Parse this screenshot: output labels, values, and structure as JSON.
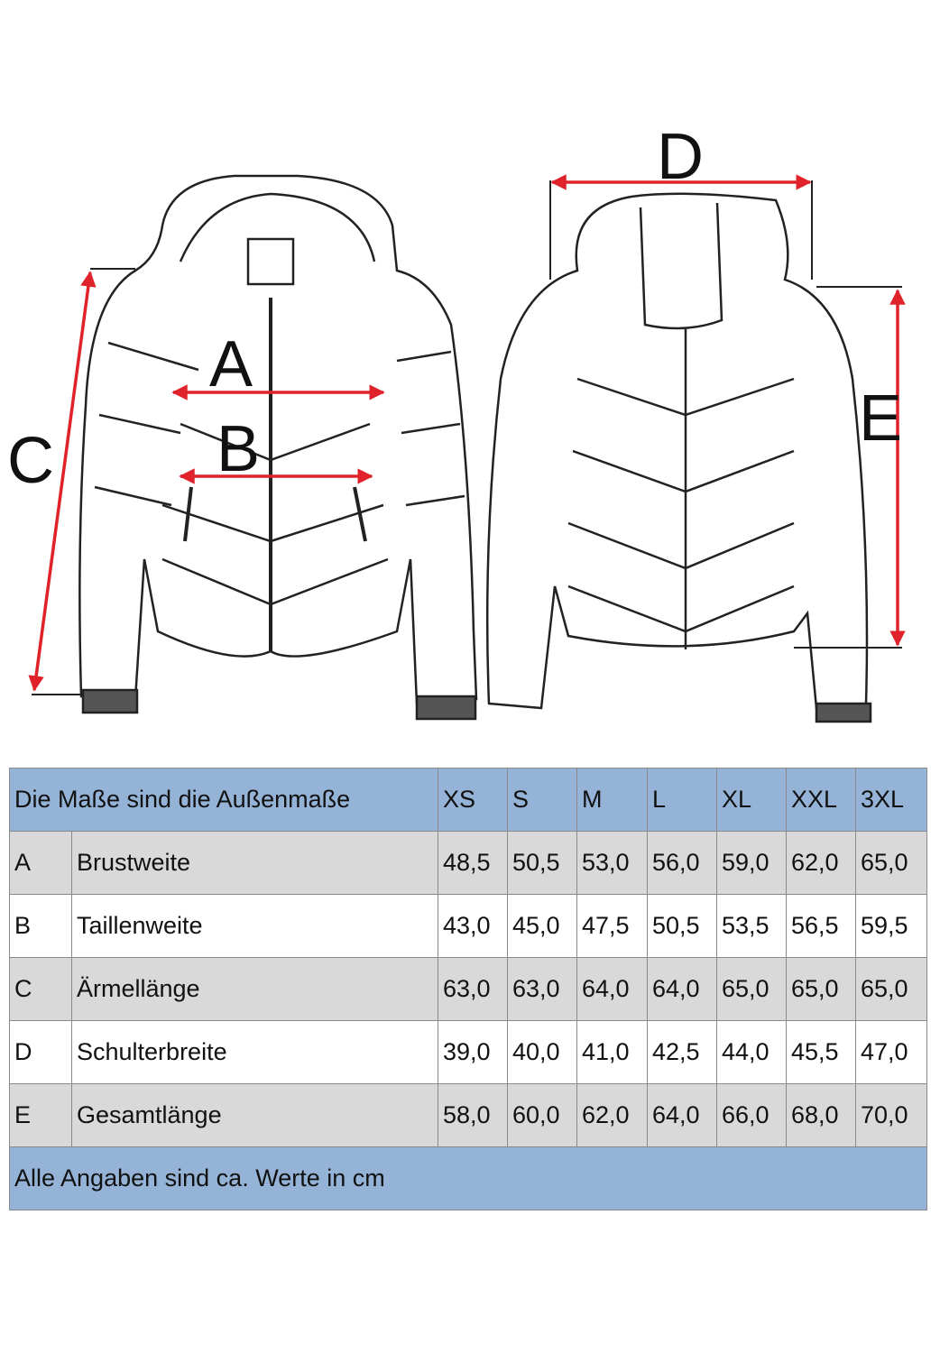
{
  "diagram": {
    "labels": {
      "A": "A",
      "B": "B",
      "C": "C",
      "D": "D",
      "E": "E"
    },
    "arrow_color": "#e0232b"
  },
  "table": {
    "header_title": "Die Maße sind die Außenmaße",
    "sizes": [
      "XS",
      "S",
      "M",
      "L",
      "XL",
      "XXL",
      "3XL"
    ],
    "rows": [
      {
        "code": "A",
        "name": "Brustweite",
        "values": [
          "48,5",
          "50,5",
          "53,0",
          "56,0",
          "59,0",
          "62,0",
          "65,0"
        ]
      },
      {
        "code": "B",
        "name": "Taillenweite",
        "values": [
          "43,0",
          "45,0",
          "47,5",
          "50,5",
          "53,5",
          "56,5",
          "59,5"
        ]
      },
      {
        "code": "C",
        "name": "Ärmellänge",
        "values": [
          "63,0",
          "63,0",
          "64,0",
          "64,0",
          "65,0",
          "65,0",
          "65,0"
        ]
      },
      {
        "code": "D",
        "name": "Schulterbreite",
        "values": [
          "39,0",
          "40,0",
          "41,0",
          "42,5",
          "44,0",
          "45,5",
          "47,0"
        ]
      },
      {
        "code": "E",
        "name": "Gesamtlänge",
        "values": [
          "58,0",
          "60,0",
          "62,0",
          "64,0",
          "66,0",
          "68,0",
          "70,0"
        ]
      }
    ],
    "footer": "Alle Angaben sind ca. Werte in cm",
    "header_color": "#95b3d7",
    "stripe_color": "#d9d9d9"
  }
}
